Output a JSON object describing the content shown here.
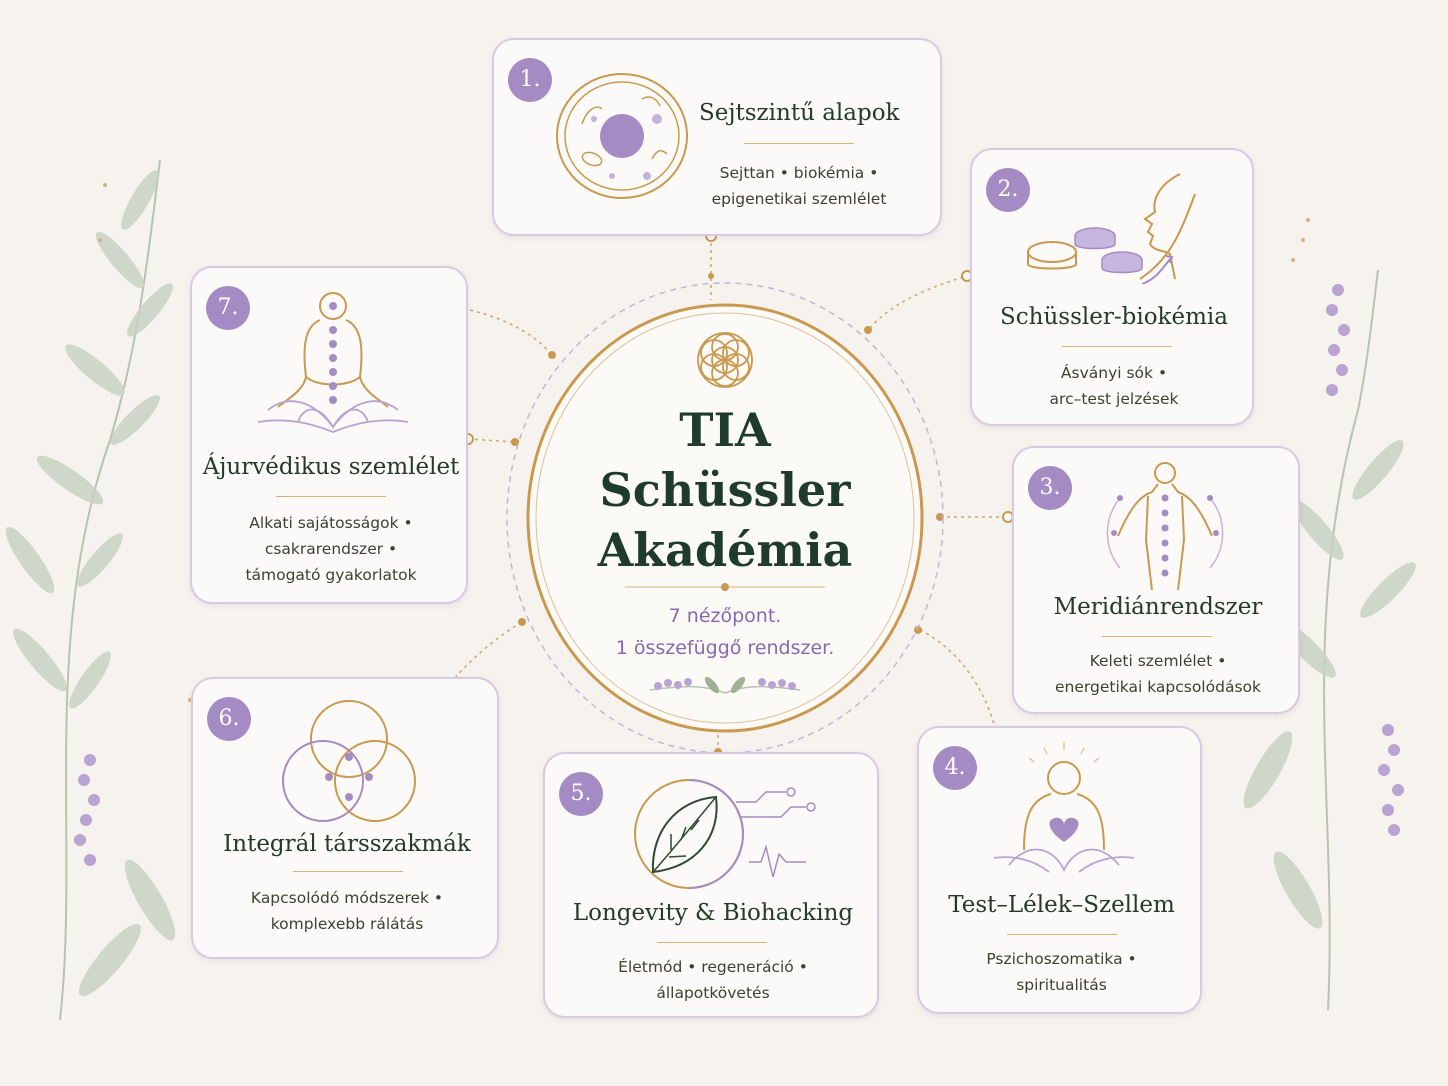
{
  "center": {
    "line1": "TIA",
    "line2": "Schüssler",
    "line3": "Akadémia",
    "tagline1": "7 nézőpont.",
    "tagline2": "1 összefüggő rendszer."
  },
  "cards": [
    {
      "num": "1.",
      "title": "Sejtszintű alapok",
      "line1": "Sejttan  •  biokémia  •",
      "line2": "epigenetikai szemlélet",
      "line3": ""
    },
    {
      "num": "2.",
      "title": "Schüssler-biokémia",
      "line1": "Ásványi sók  •",
      "line2": "arc–test jelzések",
      "line3": ""
    },
    {
      "num": "3.",
      "title": "Meridiánrendszer",
      "line1": "Keleti szemlélet  •",
      "line2": "energetikai kapcsolódások",
      "line3": ""
    },
    {
      "num": "4.",
      "title": "Test–Lélek–Szellem",
      "line1": "Pszichoszomatika  •",
      "line2": "spiritualitás",
      "line3": ""
    },
    {
      "num": "5.",
      "title": "Longevity & Biohacking",
      "line1": "Életmód  •  regeneráció  •",
      "line2": "állapotkövetés",
      "line3": ""
    },
    {
      "num": "6.",
      "title": "Integrál társszakmák",
      "line1": "Kapcsolódó módszerek  •",
      "line2": "komplexebb rálátás",
      "line3": ""
    },
    {
      "num": "7.",
      "title": "Ájurvédikus szemlélet",
      "line1": "Alkati sajátosságok  •",
      "line2": "csakrarendszer  •",
      "line3": "támogató gyakorlatok"
    }
  ],
  "colors": {
    "gold": "#c9994f",
    "lavender": "#a48bc4",
    "dark_green": "#1f3b2b",
    "card_border": "#d7cbe4",
    "background": "#f6f3ee"
  }
}
